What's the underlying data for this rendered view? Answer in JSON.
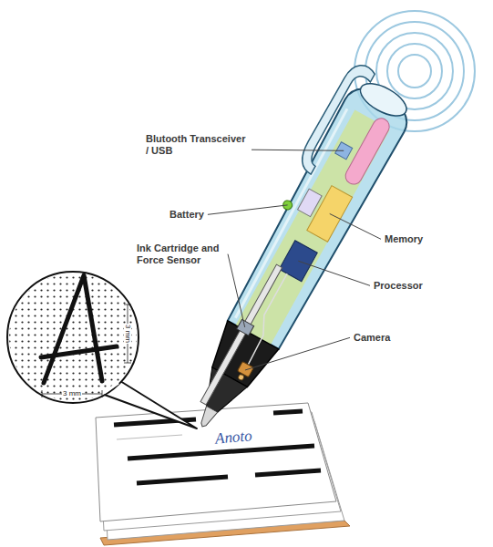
{
  "diagram": {
    "labels": [
      "Blutooth Transceiver / USB",
      "Battery",
      "Ink Cartridge and Force Sensor",
      "Memory",
      "Processor",
      "Camera",
      "3 mm",
      "3 mm",
      "Anoto"
    ]
  }
}
